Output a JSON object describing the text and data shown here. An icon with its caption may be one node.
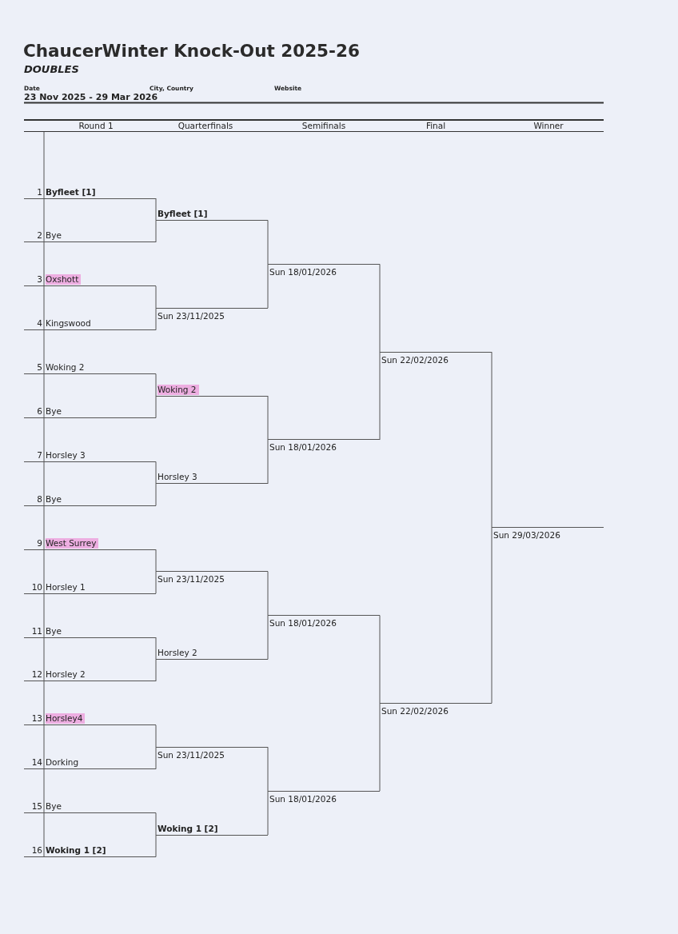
{
  "diagram": {
    "title": "ChaucerWinter Knock-Out 2025-26",
    "nodes": [
      {
        "text": [
          "1",
          "Byfleet [1]"
        ]
      },
      {
        "text": [
          "2",
          "Bye"
        ]
      },
      {
        "text": [
          "3",
          "Oxshott"
        ]
      },
      {
        "text": [
          "4",
          "Kingswood"
        ]
      },
      {
        "text": [
          "5",
          "Woking 2"
        ]
      },
      {
        "text": [
          "6",
          "Bye"
        ]
      },
      {
        "text": [
          "7",
          "Horsley 3"
        ]
      },
      {
        "text": [
          "8",
          "Bye"
        ]
      },
      {
        "text": [
          "9",
          "West Surrey"
        ]
      },
      {
        "text": [
          "10",
          "Horsley 1"
        ]
      },
      {
        "text": [
          "11",
          "Bye"
        ]
      },
      {
        "text": [
          "12",
          "Horsley 2"
        ]
      },
      {
        "text": [
          "13",
          "Horsley4"
        ]
      },
      {
        "text": [
          "14",
          "Dorking"
        ]
      },
      {
        "text": [
          "15",
          "Bye"
        ]
      },
      {
        "text": [
          "16",
          "Woking 1 [2]"
        ]
      },
      {
        "text": [
          "Byfleet [1]"
        ]
      },
      {
        "text": [
          "Sun 23/11/2025"
        ]
      },
      {
        "text": [
          "Woking 2"
        ]
      },
      {
        "text": [
          "Horsley 3"
        ]
      },
      {
        "text": [
          "Sun 23/11/2025"
        ]
      },
      {
        "text": [
          "Horsley 2"
        ]
      },
      {
        "text": [
          "Sun 23/11/2025"
        ]
      },
      {
        "text": [
          "Woking 1 [2]"
        ]
      },
      {
        "text": [
          "Sun 18/01/2026"
        ]
      },
      {
        "text": [
          "Sun 18/01/2026"
        ]
      },
      {
        "text": [
          "Sun 18/01/2026"
        ]
      },
      {
        "text": [
          "Sun 18/01/2026"
        ]
      },
      {
        "text": [
          "Sun 22/02/2026"
        ]
      },
      {
        "text": [
          "Sun 22/02/2026"
        ]
      },
      {
        "text": [
          "Sun 29/03/2026"
        ]
      }
    ],
    "edges": [
      {
        "from": 0,
        "to": 16,
        "arrow": "none"
      },
      {
        "from": 1,
        "to": 16,
        "arrow": "none"
      },
      {
        "from": 2,
        "to": 17,
        "arrow": "none"
      },
      {
        "from": 3,
        "to": 17,
        "arrow": "none"
      },
      {
        "from": 4,
        "to": 18,
        "arrow": "none"
      },
      {
        "from": 5,
        "to": 18,
        "arrow": "none"
      },
      {
        "from": 6,
        "to": 19,
        "arrow": "none"
      },
      {
        "from": 7,
        "to": 19,
        "arrow": "none"
      },
      {
        "from": 8,
        "to": 20,
        "arrow": "none"
      },
      {
        "from": 9,
        "to": 20,
        "arrow": "none"
      },
      {
        "from": 10,
        "to": 21,
        "arrow": "none"
      },
      {
        "from": 11,
        "to": 21,
        "arrow": "none"
      },
      {
        "from": 12,
        "to": 22,
        "arrow": "none"
      },
      {
        "from": 13,
        "to": 22,
        "arrow": "none"
      },
      {
        "from": 14,
        "to": 23,
        "arrow": "none"
      },
      {
        "from": 15,
        "to": 23,
        "arrow": "none"
      },
      {
        "from": 16,
        "to": 24,
        "arrow": "none"
      },
      {
        "from": 17,
        "to": 24,
        "arrow": "none"
      },
      {
        "from": 18,
        "to": 25,
        "arrow": "none"
      },
      {
        "from": 19,
        "to": 25,
        "arrow": "none"
      },
      {
        "from": 20,
        "to": 26,
        "arrow": "none"
      },
      {
        "from": 21,
        "to": 26,
        "arrow": "none"
      },
      {
        "from": 22,
        "to": 27,
        "arrow": "none"
      },
      {
        "from": 23,
        "to": 27,
        "arrow": "none"
      },
      {
        "from": 24,
        "to": 28,
        "arrow": "none"
      },
      {
        "from": 25,
        "to": 28,
        "arrow": "none"
      },
      {
        "from": 26,
        "to": 29,
        "arrow": "none"
      },
      {
        "from": 27,
        "to": 29,
        "arrow": "none"
      },
      {
        "from": 28,
        "to": 30,
        "arrow": "none"
      },
      {
        "from": 29,
        "to": 30,
        "arrow": "none"
      }
    ],
    "labels": [
      "DOUBLES",
      "Date",
      "23 Nov 2025 - 29 Mar 2026",
      "City, Country",
      "Website",
      "Round 1",
      "Quarterfinals",
      "Semifinals",
      "Final",
      "Winner"
    ]
  }
}
